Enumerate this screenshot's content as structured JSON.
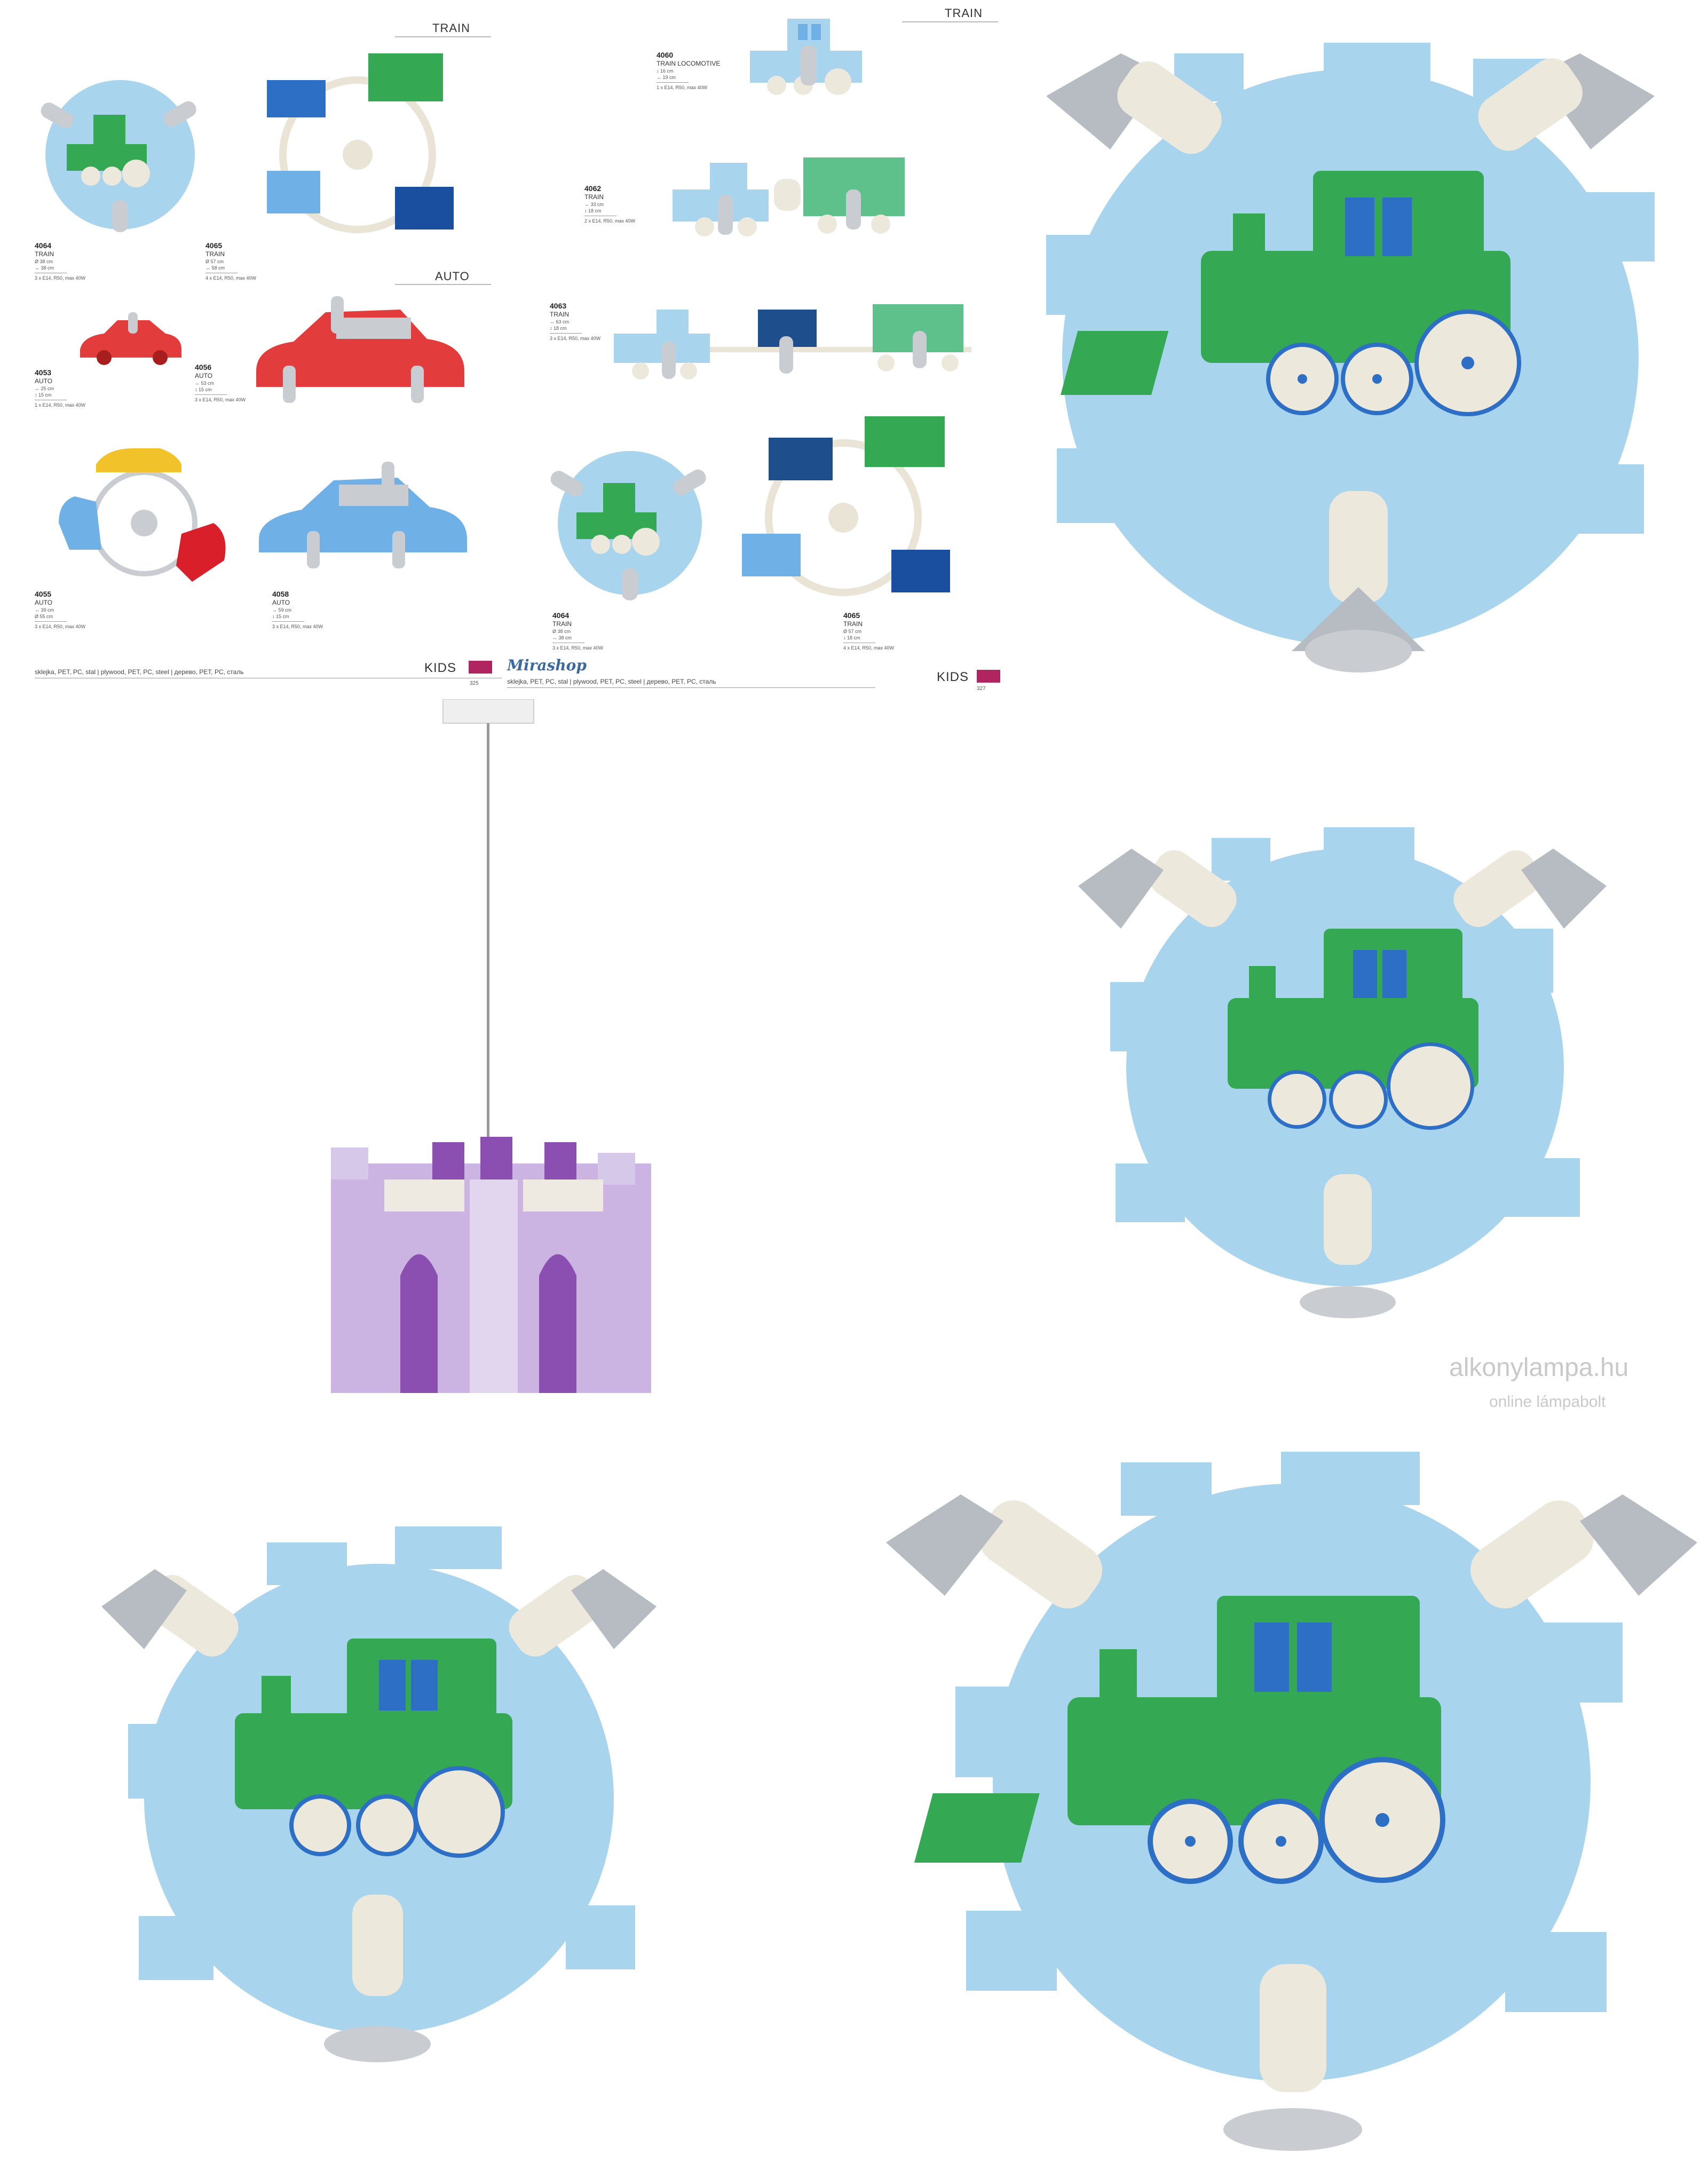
{
  "catalog_left": {
    "sections": {
      "train": "TRAIN",
      "auto": "AUTO"
    },
    "products": [
      {
        "code": "4064",
        "name": "TRAIN",
        "spec1": "Ø 38 cm",
        "spec2": "↔ 38 cm",
        "spec3": "3 x E14, R50, max 40W"
      },
      {
        "code": "4065",
        "name": "TRAIN",
        "spec1": "Ø 57 cm",
        "spec2": "↔ 58 cm",
        "spec3": "4 x E14, R50, max 40W"
      },
      {
        "code": "4053",
        "name": "AUTO",
        "spec1": "↔ 25 cm",
        "spec2": "↕ 15 cm",
        "spec3": "1 x E14, R50, max 40W"
      },
      {
        "code": "4056",
        "name": "AUTO",
        "spec1": "↔ 53 cm",
        "spec2": "↕ 15 cm",
        "spec3": "3 x E14, R50, max 40W"
      },
      {
        "code": "4055",
        "name": "AUTO",
        "spec1": "↔ 39 cm",
        "spec2": "Ø 55 cm",
        "spec3": "3 x E14, R50, max 40W"
      },
      {
        "code": "4058",
        "name": "AUTO",
        "spec1": "↔ 59 cm",
        "spec2": "↕ 15 cm",
        "spec3": "3 x E14, R50, max 40W"
      }
    ],
    "footer": "sklejka, PET, PC, stal | plywood, PET, PC, steel | дерево, PET, PC, сталь",
    "kids": "KIDS",
    "page_number": "325"
  },
  "catalog_right": {
    "section": "TRAIN",
    "products": [
      {
        "code": "4060",
        "name": "TRAIN LOCOMOTIVE",
        "spec1": "↕ 16 cm",
        "spec2": "↔ 19 cm",
        "spec3": "1 x E14, R50, max 40W"
      },
      {
        "code": "4062",
        "name": "TRAIN",
        "spec1": "↔ 33 cm",
        "spec2": "↕ 18 cm",
        "spec3": "2 x E14, R50, max 40W"
      },
      {
        "code": "4063",
        "name": "TRAIN",
        "spec1": "↔ 63 cm",
        "spec2": "↕ 18 cm",
        "spec3": "3 x E14, R50, max 40W"
      },
      {
        "code": "4064",
        "name": "TRAIN",
        "spec1": "Ø 38 cm",
        "spec2": "↔ 38 cm",
        "spec3": "3 x E14, R50, max 40W"
      },
      {
        "code": "4065",
        "name": "TRAIN",
        "spec1": "Ø 57 cm",
        "spec2": "↕ 18 cm",
        "spec3": "4 x E14, R50, max 40W"
      }
    ],
    "logo": "Mirashop",
    "footer": "sklejka, PET, PC, stal | plywood, PET, PC, steel | дерево, PET, PC, сталь",
    "kids": "KIDS",
    "page_number": "327"
  },
  "watermark": {
    "site": "alkonylampa.hu",
    "tagline": "online lámpabolt"
  },
  "colors": {
    "sky_blue": "#a8d4ee",
    "train_green": "#34a853",
    "train_blue": "#2d6fc4",
    "wheel_cream": "#ede8dc",
    "chrome": "#c9cdd2",
    "castle_purple": "#8a4fb0",
    "castle_lilac": "#cbb4e2",
    "brand_magenta": "#b0255f"
  }
}
